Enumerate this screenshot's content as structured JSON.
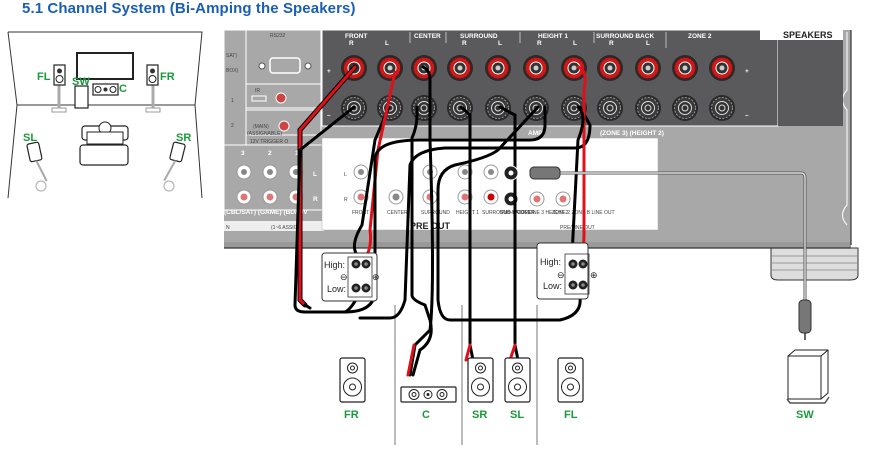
{
  "title": "5.1 Channel System (Bi-Amping the Speakers)",
  "room": {
    "speakers": [
      "FL",
      "FR",
      "SW",
      "C",
      "SL",
      "SR"
    ]
  },
  "receiver": {
    "left_panel": {
      "rs232": "RS232",
      "ir": "IR",
      "in": "IN",
      "main": "(MAIN)",
      "assignable": "(ASSIGNABLE)",
      "trigger": "12V TRIGGER O",
      "side_labels": [
        "SAT)",
        "BOX)",
        "1",
        "2"
      ],
      "input_nums": [
        "3",
        "2",
        "1"
      ],
      "input_names": "(CBL/SAT) (GAME) (BD/ DV",
      "assign": "(1~6 ASSIGN",
      "n": "N",
      "lr": [
        "L",
        "R"
      ]
    },
    "speakers_header": "SPEAKERS",
    "channels": [
      {
        "name": "FRONT",
        "sub": [
          "R",
          "L"
        ]
      },
      {
        "name": "CENTER",
        "sub": []
      },
      {
        "name": "SURROUND",
        "sub": [
          "R",
          "L"
        ]
      },
      {
        "name": "HEIGHT 1",
        "sub": [
          "R",
          "L"
        ]
      },
      {
        "name": "SURROUND BACK",
        "sub": [
          "R",
          "L"
        ]
      },
      {
        "name": "ZONE 2",
        "sub": []
      }
    ],
    "plus": "+",
    "minus": "–",
    "bottom_notes": [
      "AMP)",
      "(ZONE 3) (HEIGHT 2)"
    ],
    "pre_out": {
      "label": "PRE OUT",
      "lr": [
        "L",
        "R"
      ],
      "jacks": [
        "FRONT",
        "CENTER",
        "SURROUND",
        "HEIGHT 1",
        "SURROUND BACK",
        "SUB-WOOFER",
        "ZONE 3 HEIGHT 2",
        "ZONE 2 ZONE B LINE OUT"
      ],
      "pre_line": "PRE/LINE OUT"
    }
  },
  "terminal_box": {
    "high": "High:",
    "low": "Low:",
    "minus": "⊖",
    "plus": "⊕"
  },
  "bottom_speakers": [
    "FR",
    "C",
    "SR",
    "SL",
    "FL",
    "SW"
  ],
  "colors": {
    "title": "#1a5fb4",
    "label_green": "#1a9a3a",
    "wire_red": "#e0101a",
    "panel_dark": "#5a5a5c",
    "panel_light": "#a8a8a8"
  }
}
